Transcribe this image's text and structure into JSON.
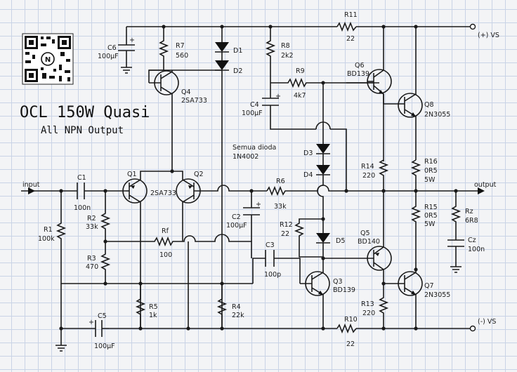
{
  "title": "OCL 150W Quasi",
  "subtitle": "All NPN Output",
  "supply_pos": "(+) VS",
  "supply_neg": "(-) VS",
  "input_label": "input",
  "output_label": "output",
  "diode_note_1": "Semua dioda",
  "diode_note_2": "1N4002",
  "components": {
    "R1": {
      "ref": "R1",
      "value": "100k"
    },
    "R2": {
      "ref": "R2",
      "value": "33k"
    },
    "R3": {
      "ref": "R3",
      "value": "470"
    },
    "R4": {
      "ref": "R4",
      "value": "22k"
    },
    "R5": {
      "ref": "R5",
      "value": "1k"
    },
    "R6": {
      "ref": "R6",
      "value": "33k"
    },
    "R7": {
      "ref": "R7",
      "value": "560"
    },
    "R8": {
      "ref": "R8",
      "value": "2k2"
    },
    "R9": {
      "ref": "R9",
      "value": "4k7"
    },
    "R10": {
      "ref": "R10",
      "value": "22"
    },
    "R11": {
      "ref": "R11",
      "value": "22"
    },
    "R12": {
      "ref": "R12",
      "value": "22"
    },
    "R13": {
      "ref": "R13",
      "value": "220"
    },
    "R14": {
      "ref": "R14",
      "value": "220"
    },
    "R15": {
      "ref": "R15",
      "value": "0R5",
      "rating": "5W"
    },
    "R16": {
      "ref": "R16",
      "value": "0R5",
      "rating": "5W"
    },
    "Rf": {
      "ref": "Rf",
      "value": "100"
    },
    "Rz": {
      "ref": "Rz",
      "value": "6R8"
    },
    "C1": {
      "ref": "C1",
      "value": "100n"
    },
    "C2": {
      "ref": "C2",
      "value": "100µF"
    },
    "C3": {
      "ref": "C3",
      "value": "100p"
    },
    "C4": {
      "ref": "C4",
      "value": "100µF"
    },
    "C5": {
      "ref": "C5",
      "value": "100µF"
    },
    "C6": {
      "ref": "C6",
      "value": "100µF"
    },
    "Cz": {
      "ref": "Cz",
      "value": "100n"
    },
    "Q1": {
      "ref": "Q1",
      "value": ""
    },
    "Q2": {
      "ref": "Q2",
      "value": ""
    },
    "Q12_type": "2SA733",
    "Q3": {
      "ref": "Q3",
      "value": "BD139"
    },
    "Q4": {
      "ref": "Q4",
      "value": "2SA733"
    },
    "Q5": {
      "ref": "Q5",
      "value": "BD140"
    },
    "Q6": {
      "ref": "Q6",
      "value": "BD139"
    },
    "Q7": {
      "ref": "Q7",
      "value": "2N3055"
    },
    "Q8": {
      "ref": "Q8",
      "value": "2N3055"
    },
    "D1": {
      "ref": "D1"
    },
    "D2": {
      "ref": "D2"
    },
    "D3": {
      "ref": "D3"
    },
    "D4": {
      "ref": "D4"
    },
    "D5": {
      "ref": "D5"
    }
  }
}
